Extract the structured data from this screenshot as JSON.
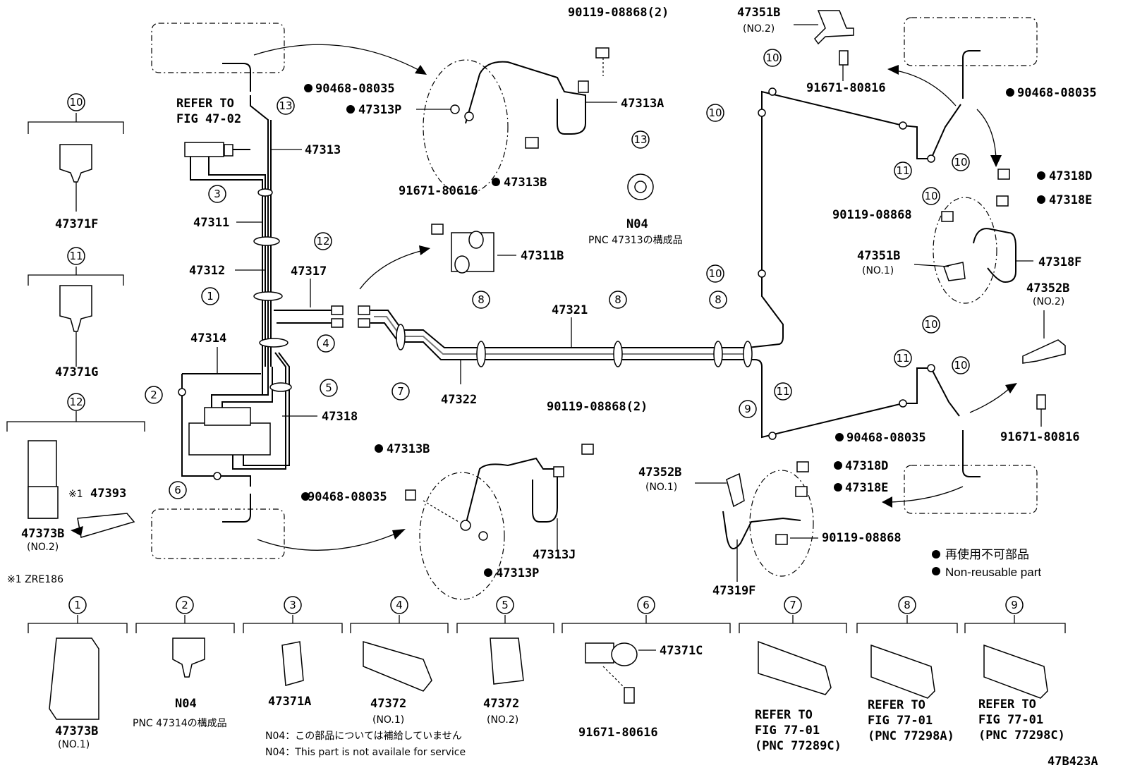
{
  "labels": {
    "l47313": "47313",
    "l47311": "47311",
    "l47312": "47312",
    "l47317": "47317",
    "l47314": "47314",
    "l47318": "47318",
    "l47321": "47321",
    "l47322": "47322",
    "l47313A": "47313A",
    "l47313P_top": "47313P",
    "l47313B_top": "47313B",
    "l47313B_bot": "47313B",
    "l47313P_bot": "47313P",
    "l47313J": "47313J",
    "l47311B": "47311B",
    "l91671_80616_top": "91671-80616",
    "l90119_top": "90119-08868(2)",
    "l90119_mid": "90119-08868(2)",
    "l90468_1": "90468-08035",
    "l90468_2": "90468-08035",
    "l90468_3": "90468-08035",
    "l90468_4": "90468-08035",
    "refer_fig": "REFER TO",
    "refer_fig2": "FIG 47-02",
    "n04_top": "N04",
    "pnc_47313": "PNC 47313の構成品",
    "l47371F": "47371F",
    "l47371G": "47371G",
    "l47373B_no2": "47373B",
    "no2_a": "(NO.2)",
    "l47393": "47393",
    "x1_mark": "※1",
    "zre": "※1 ZRE186",
    "l47351B_top": "47351B",
    "no2_b": "(NO.2)",
    "l91671_80816_a": "91671-80816",
    "l47318D_a": "47318D",
    "l47318E_a": "47318E",
    "l90119_right": "90119-08868",
    "l47351B_no1": "47351B",
    "no1_a": "(NO.1)",
    "l47318F": "47318F",
    "l47352B_no2": "47352B",
    "no2_c": "(NO.2)",
    "l91671_80816_b": "91671-80816",
    "l47352B_no1": "47352B",
    "no1_b": "(NO.1)",
    "l47318D_b": "47318D",
    "l47318E_b": "47318E",
    "l90119_bot": "90119-08868",
    "l47319F": "47319F",
    "legend_jp": "再使用不可部品",
    "legend_en": "Non-reusable part",
    "fig_code": "47B423A"
  },
  "bottom": {
    "p1": {
      "num": "1",
      "name": "47373B",
      "sub": "(NO.1)"
    },
    "p2": {
      "num": "2",
      "name": "N04",
      "sub": "PNC 47314の構成品"
    },
    "p3": {
      "num": "3",
      "name": "47371A"
    },
    "p4": {
      "num": "4",
      "name": "47372",
      "sub": "(NO.1)"
    },
    "p5": {
      "num": "5",
      "name": "47372",
      "sub": "(NO.2)"
    },
    "p6": {
      "num": "6",
      "name": "47371C",
      "bolt": "91671-80616"
    },
    "p7": {
      "num": "7",
      "r1": "REFER TO",
      "r2": "FIG 77-01",
      "r3": "(PNC 77289C)"
    },
    "p8": {
      "num": "8",
      "r1": "REFER TO",
      "r2": "FIG 77-01",
      "r3": "(PNC 77298A)"
    },
    "p9": {
      "num": "9",
      "r1": "REFER TO",
      "r2": "FIG 77-01",
      "r3": "(PNC 77298C)"
    },
    "note_jp": "N04：この部品については補給していません",
    "note_en": "N04：This part is not availale for service"
  },
  "top_clips": {
    "c10": "10",
    "c11": "11",
    "c12": "12",
    "c13": "13"
  }
}
